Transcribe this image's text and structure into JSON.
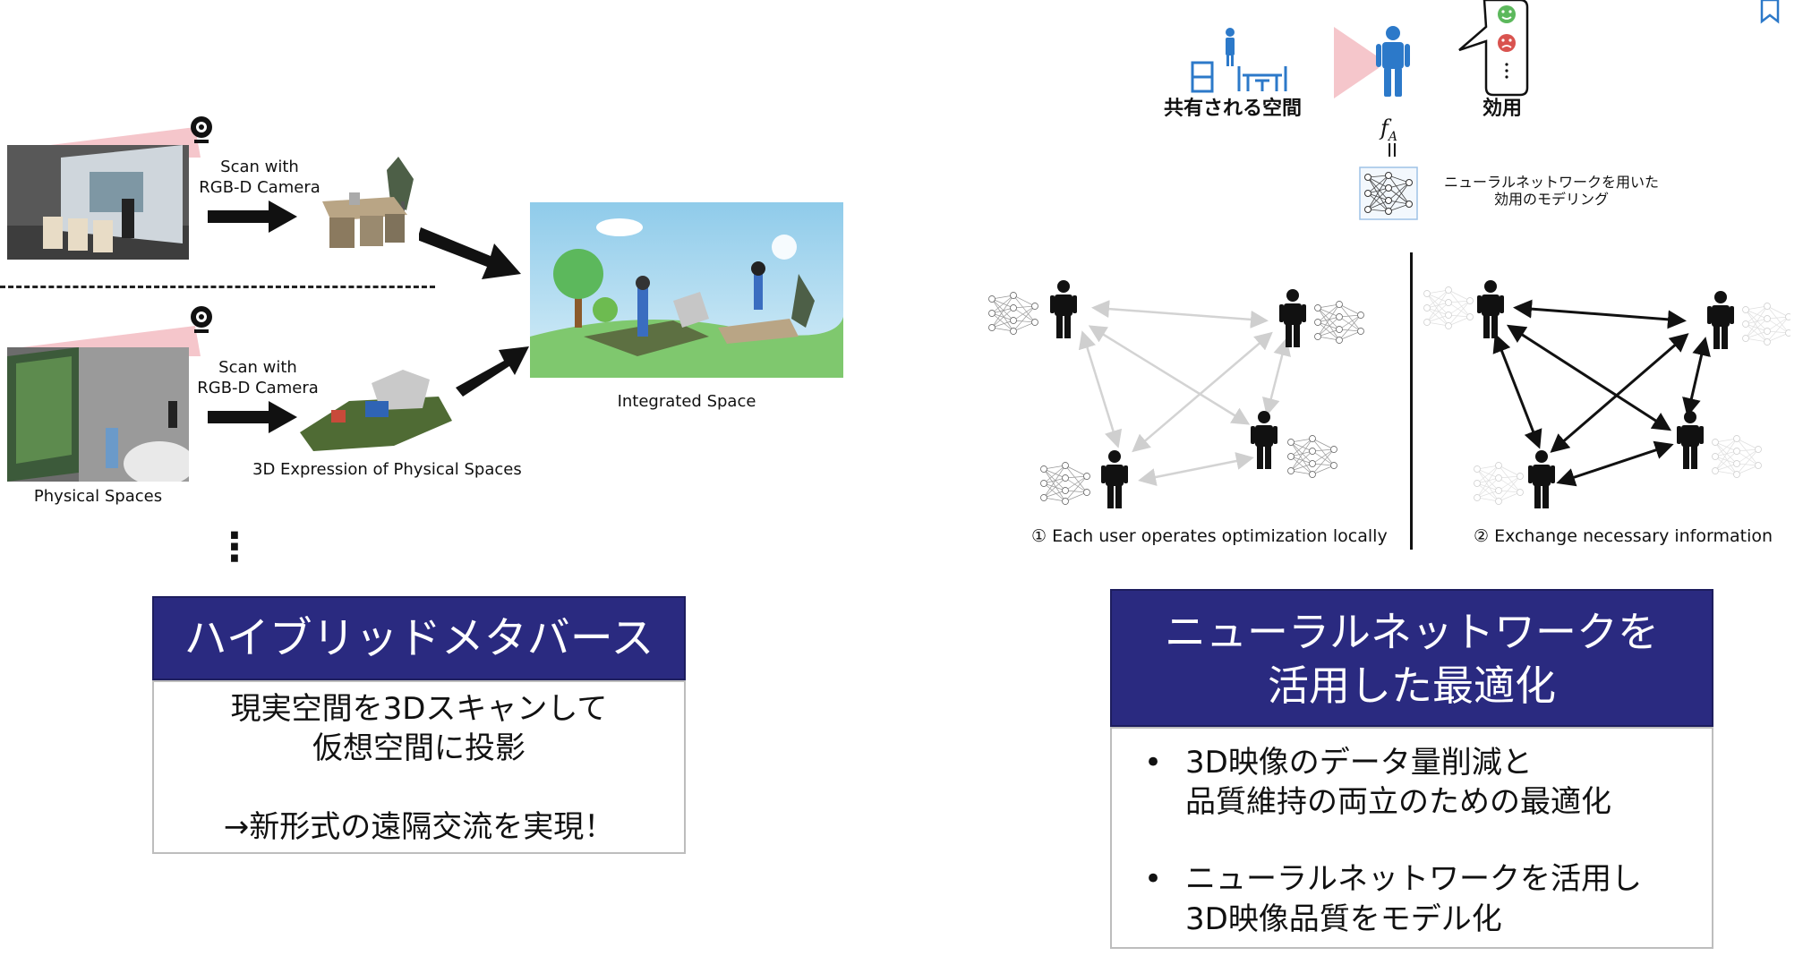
{
  "left": {
    "scan_label_1": [
      "Scan with",
      "RGB-D Camera"
    ],
    "scan_label_2": [
      "Scan with",
      "RGB-D Camera"
    ],
    "expression_label": "3D Expression of Physical Spaces",
    "physical_label": "Physical Spaces",
    "integrated_label": "Integrated Space",
    "ellipsis": "⋮",
    "header": "ハイブリッドメタバース",
    "body_lines": [
      "現実空間を3Dスキャンして",
      "仮想空間に投影",
      "",
      "→新形式の遠隔交流を実現！"
    ]
  },
  "right": {
    "shared_space_label": "共有される空間",
    "utility_label": "効用",
    "fa_label": "f",
    "fa_sub": "A",
    "equals_label": "II",
    "nn_model_label": [
      "ニューラルネットワークを用いた",
      "効用のモデリング"
    ],
    "caption_1": "① Each user operates optimization locally",
    "caption_2": "② Exchange necessary information",
    "header": [
      "ニューラルネットワークを",
      "活用した最適化"
    ],
    "bullets": [
      [
        "3D映像のデータ量削減と",
        "品質維持の両立のための最適化"
      ],
      [
        "ニューラルネットワークを活用し",
        "3D映像品質をモデル化"
      ]
    ],
    "bullet_symbol": "•"
  },
  "colors": {
    "header_bg": "#2a2a80",
    "person_blue": "#2c79c9",
    "face_green": "#5cb85c",
    "face_red": "#d9534f",
    "scan_cone": "#f5c6cb",
    "sky": "#9fd3ec",
    "grass": "#7fc86e"
  }
}
